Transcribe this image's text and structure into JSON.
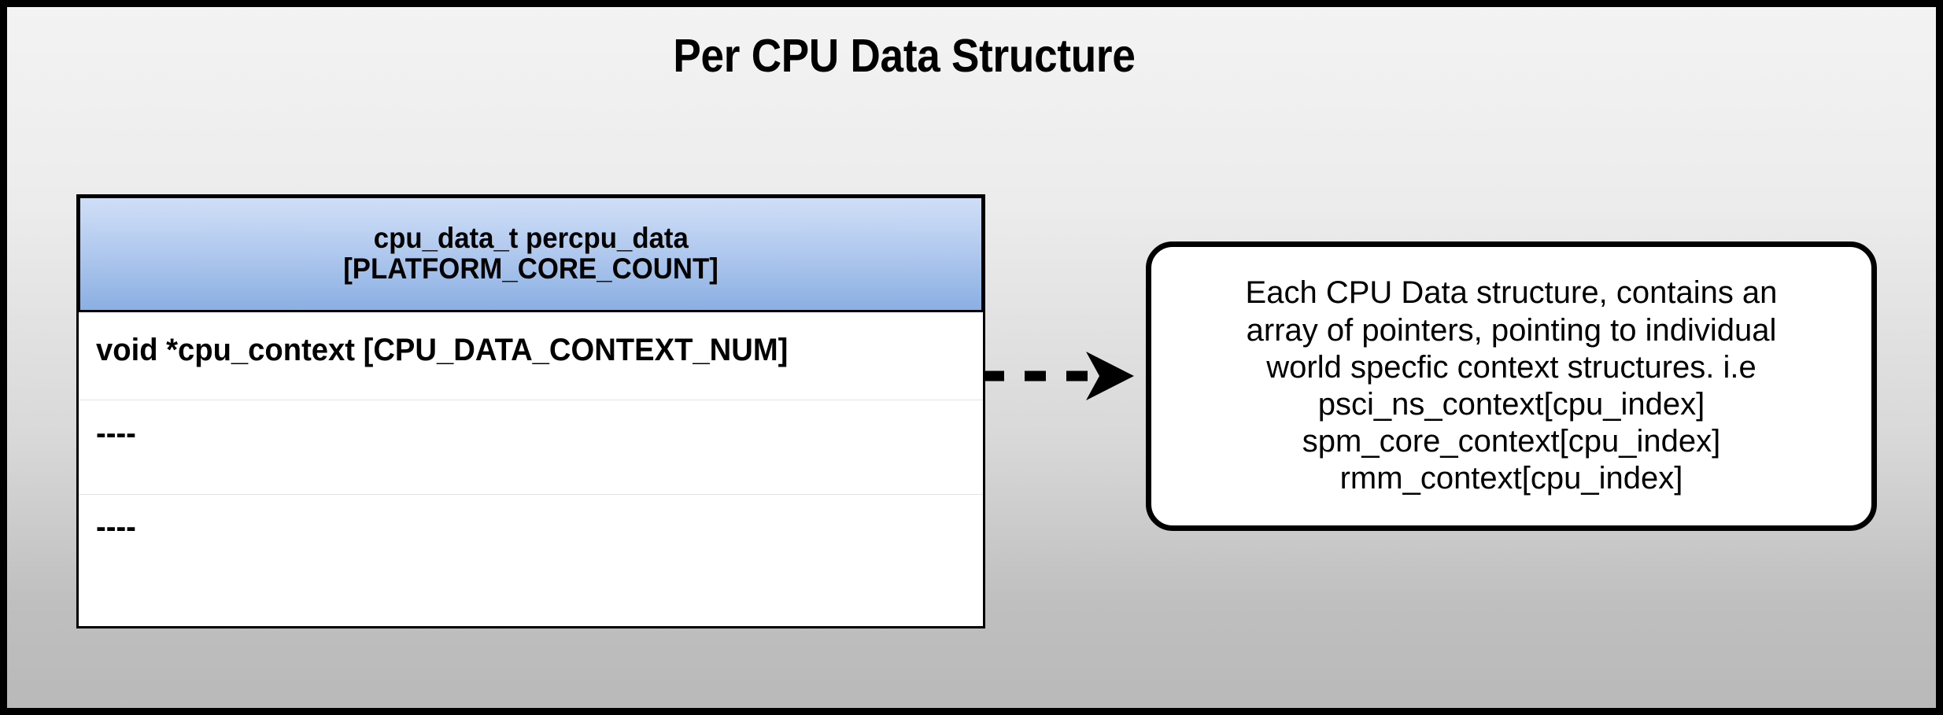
{
  "title": "Per CPU Data Structure",
  "struct_table": {
    "header_lines": [
      "cpu_data_t percpu_data",
      "[PLATFORM_CORE_COUNT]"
    ],
    "rows": [
      "void *cpu_context [CPU_DATA_CONTEXT_NUM]",
      "----",
      "----"
    ]
  },
  "connector": {
    "style": "dashed-arrow",
    "direction": "right"
  },
  "note": {
    "lines": [
      "Each CPU Data structure, contains an",
      "array of pointers, pointing to individual",
      "world specfic context structures. i.e",
      "psci_ns_context[cpu_index]",
      "spm_core_context[cpu_index]",
      "rmm_context[cpu_index]"
    ]
  },
  "colors": {
    "frame": "#000000",
    "canvas_top": "#f3f3f3",
    "canvas_bottom": "#b9b9b9",
    "header_gradient_top": "#cfdef7",
    "header_gradient_bottom": "#8bb0e2",
    "row_background": "#ffffff",
    "row_divider": "#e2e2e2",
    "text": "#000000"
  }
}
